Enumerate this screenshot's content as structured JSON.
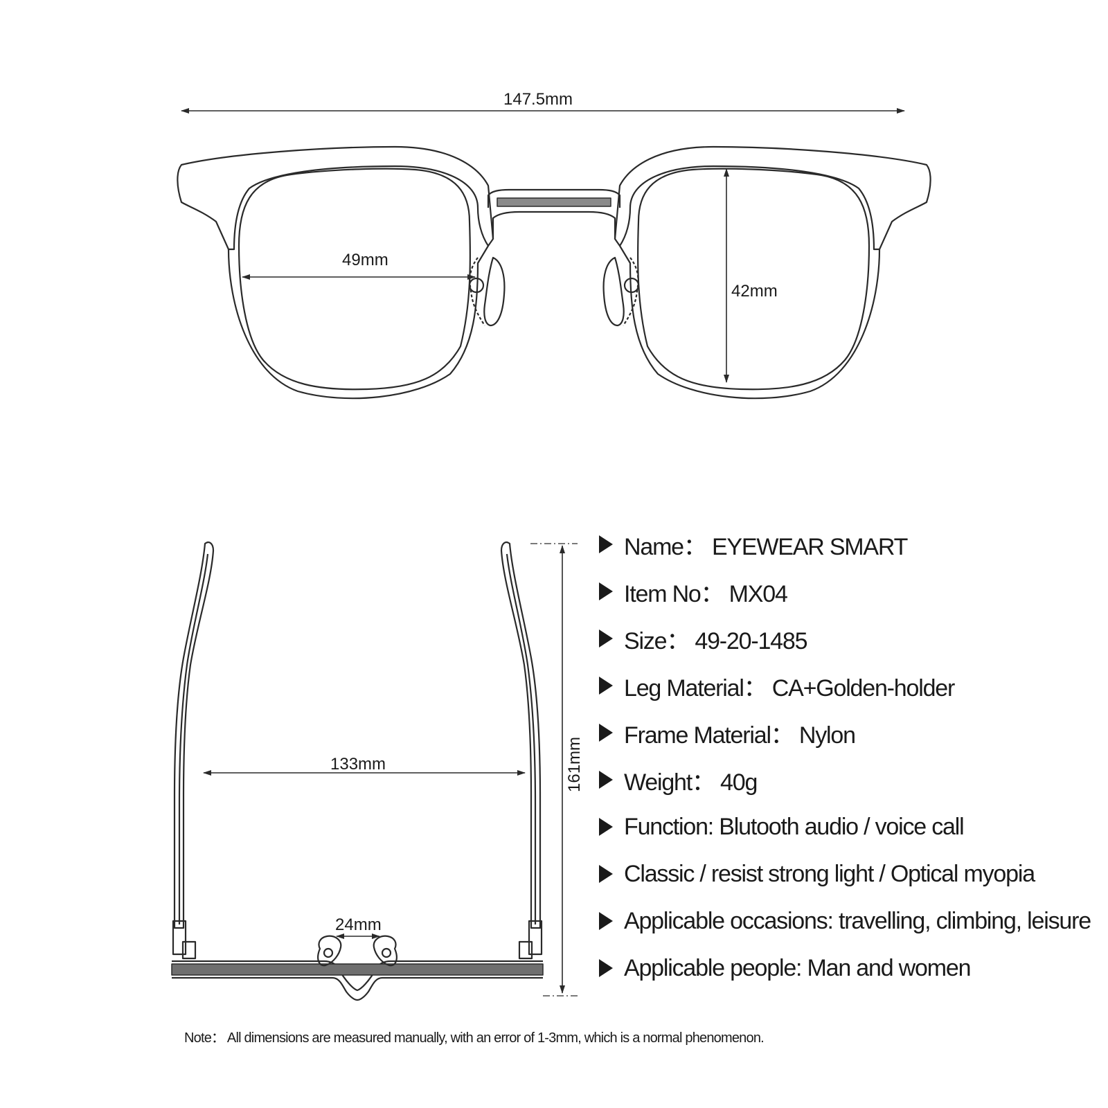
{
  "dimensions": {
    "total_width": "147.5mm",
    "lens_width": "49mm",
    "lens_height": "42mm",
    "temple_spread": "133mm",
    "bridge": "24mm",
    "temple_length": "161mm"
  },
  "specs": [
    {
      "text": "Name：  EYEWEAR SMART"
    },
    {
      "text": "Item No：  MX04"
    },
    {
      "text": "Size：  49-20-1485"
    },
    {
      "text": "Leg Material：  CA+Golden-holder"
    },
    {
      "text": "Frame Material：  Nylon"
    },
    {
      "text": "Weight：  40g"
    },
    {
      "text": "Function: Blutooth audio / voice call"
    },
    {
      "text": "Classic / resist strong light / Optical myopia"
    },
    {
      "text": "Applicable occasions: travelling, climbing, leisure"
    },
    {
      "text": "Applicable people: Man and women"
    }
  ],
  "note": "Note：  All dimensions are measured manually, with an error of 1-3mm, which is a normal phenomenon.",
  "colors": {
    "line": "#2a2a2a",
    "text": "#1a1a1a",
    "background": "#ffffff"
  }
}
